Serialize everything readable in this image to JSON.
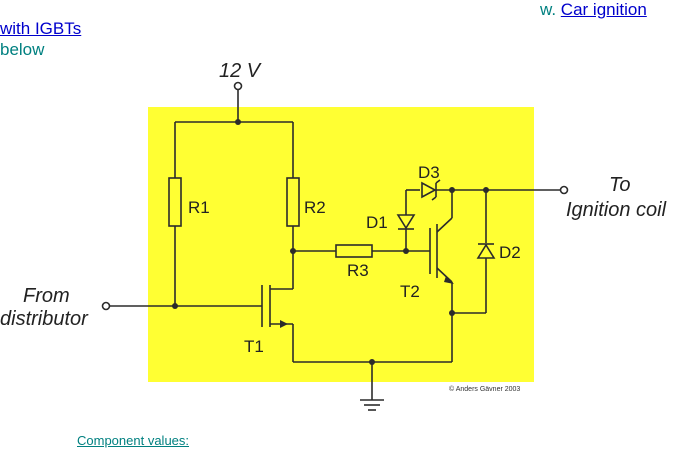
{
  "header": {
    "prefix": "w. ",
    "link_part1": "Car ignition ",
    "link_part2": "with IGBTs",
    "below": "below"
  },
  "schematic": {
    "supply_label": "12 V",
    "labels": {
      "r1": "R1",
      "r2": "R2",
      "r3": "R3",
      "d1": "D1",
      "d2": "D2",
      "d3": "D3",
      "t1": "T1",
      "t2": "T2"
    },
    "output_label_line1": "To",
    "output_label_line2": "Ignition coil",
    "input_label_line1": "From",
    "input_label_line2": "distributor",
    "copyright": "© Anders Gävner 2003",
    "colors": {
      "board": "#ffff33",
      "wire": "#2b2b2b"
    }
  },
  "footer": {
    "component_values_link": "Component values:"
  }
}
